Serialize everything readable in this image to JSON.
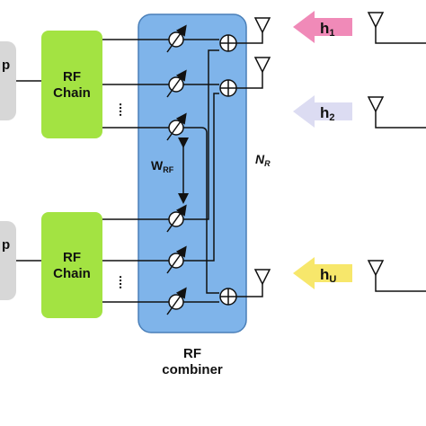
{
  "rf_chains": [
    {
      "line1": "RF",
      "line2": "Chain"
    },
    {
      "line1": "RF",
      "line2": "Chain"
    }
  ],
  "combiner": {
    "line1": "RF",
    "line2": "combiner"
  },
  "precoder": {
    "symbol": "W",
    "subscript": "RF"
  },
  "antenna_count": {
    "symbol": "N",
    "subscript": "R"
  },
  "channels": [
    {
      "symbol": "h",
      "subscript": "1",
      "color": "#f08ab8"
    },
    {
      "symbol": "h",
      "subscript": "2",
      "color": "#dcdcf2"
    },
    {
      "symbol": "h",
      "subscript": "U",
      "color": "#f7e76b"
    }
  ],
  "ellipsis": "....",
  "colors": {
    "combiner_fill": "#7fb4ea",
    "rf_chain_fill": "#a3e342",
    "baseband_fill": "#d7d7d7"
  }
}
